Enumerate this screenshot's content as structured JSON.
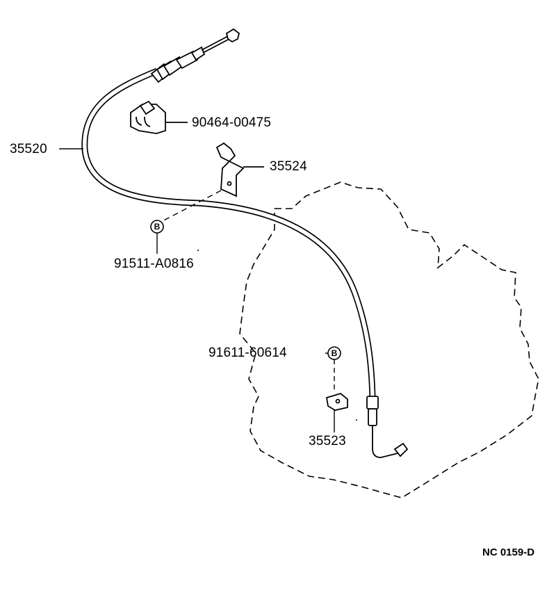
{
  "diagram": {
    "parts": {
      "cable": "35520",
      "clamp": "90464-00475",
      "bracket": "35524",
      "bolt_upper": "91511-A0816",
      "bolt_lower": "91611-60614",
      "plate": "35523"
    },
    "bolt_symbol": "B",
    "figure_code": "NC 0159-D"
  }
}
